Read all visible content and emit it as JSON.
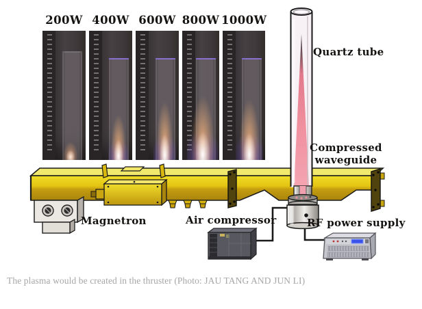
{
  "figure": {
    "power_labels": [
      {
        "label": "200W"
      },
      {
        "label": "400W"
      },
      {
        "label": "600W"
      },
      {
        "label": "800W"
      },
      {
        "label": "1000W"
      }
    ],
    "labels": {
      "quartz_tube": "Quartz tube",
      "compressed_waveguide_line1": "Compressed",
      "compressed_waveguide_line2": "waveguide",
      "magnetron": "Magnetron",
      "air_compressor": "Air compressor",
      "rf_power_supply": "RF power supply"
    },
    "colors": {
      "waveguide_yellow": "#e8cf1d",
      "waveguide_dark_gold": "#bf9a10",
      "plasma_pink": "#ee7f92",
      "photo_background": "#3a3537",
      "flame_orange": "#ffb97d",
      "flame_purple": "#8c64e1",
      "caption_gray": "#a6a6a6"
    }
  },
  "caption": {
    "text": "The plasma would be created in the thruster (Photo: JAU TANG AND JUN LI)"
  }
}
